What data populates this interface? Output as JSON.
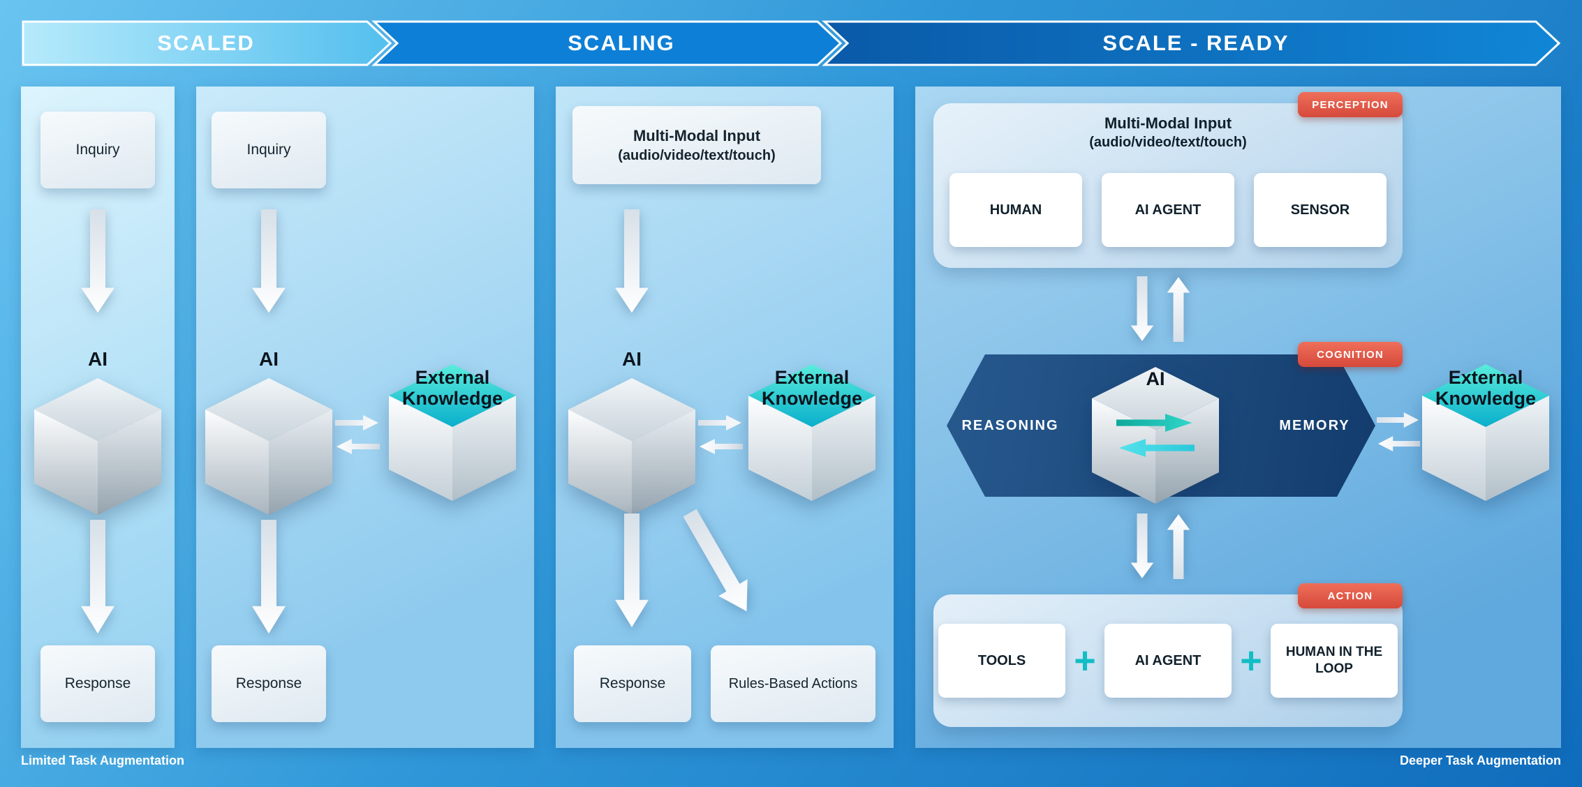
{
  "header": {
    "stages": [
      {
        "label": "SCALED"
      },
      {
        "label": "SCALING"
      },
      {
        "label": "SCALE - READY"
      }
    ]
  },
  "panels": {
    "scaled_basic": {
      "inquiry": "Inquiry",
      "ai": "AI",
      "response": "Response"
    },
    "scaled_knowledge": {
      "inquiry": "Inquiry",
      "ai": "AI",
      "external_knowledge": "External Knowledge",
      "response": "Response"
    },
    "scaling": {
      "input_line1": "Multi-Modal Input",
      "input_line2": "(audio/video/text/touch)",
      "ai": "AI",
      "external_knowledge": "External Knowledge",
      "response": "Response",
      "rules_based_actions": "Rules-Based Actions"
    },
    "scale_ready": {
      "perception_badge": "PERCEPTION",
      "input_line1": "Multi-Modal Input",
      "input_line2": "(audio/video/text/touch)",
      "perception_items": [
        "HUMAN",
        "AI AGENT",
        "SENSOR"
      ],
      "cognition_badge": "COGNITION",
      "reasoning": "REASONING",
      "ai": "AI",
      "memory": "MEMORY",
      "external_knowledge": "External Knowledge",
      "action_badge": "ACTION",
      "action_items": [
        "TOOLS",
        "AI AGENT",
        "HUMAN IN THE LOOP"
      ],
      "plus_icon": "+"
    }
  },
  "footer": {
    "left": "Limited Task Augmentation",
    "right": "Deeper Task Augmentation"
  },
  "colors": {
    "badge_red": "#e05a4a",
    "accent_teal": "#16bec6",
    "band_navy": "#1b4d83",
    "stage_scaled_light": "#aee5fa",
    "stage_scaling": "#0e7fd6",
    "stage_ready": "#0a60b0"
  }
}
